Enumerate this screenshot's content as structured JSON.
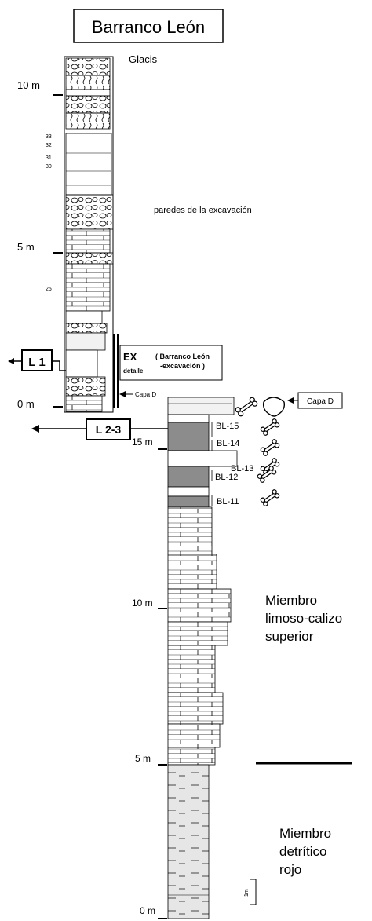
{
  "title": "Barranco León",
  "upper_column": {
    "top_label": "Glacis",
    "scale_labels": [
      "10 m",
      "5 m",
      "0 m"
    ],
    "bed_numbers": [
      "33",
      "32",
      "31",
      "30",
      "25"
    ],
    "note": "paredes de la excavación",
    "capa_label": "Capa D"
  },
  "ex_box": {
    "code": "EX",
    "sub": "detalle",
    "desc_line1": "( Barranco León",
    "desc_line2": "-excavación )"
  },
  "locality_labels": [
    "L 1",
    "L 2-3"
  ],
  "lower_column": {
    "scale_labels": [
      "15 m",
      "10 m",
      "5 m",
      "0 m"
    ],
    "levels": [
      "BL-15",
      "BL-14",
      "BL-13",
      "BL-12",
      "BL-11"
    ],
    "capa_label": "Capa D"
  },
  "members": [
    {
      "lines": [
        "Miembro",
        "limoso-calizo",
        "superior"
      ]
    },
    {
      "lines": [
        "Miembro",
        "detrítico",
        "rojo"
      ]
    }
  ],
  "scale_bar": "1m"
}
